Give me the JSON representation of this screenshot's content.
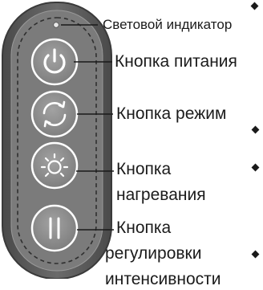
{
  "labels": {
    "indicator": "Световой индикатор",
    "power": "Кнопка питания",
    "mode": "Кнопка режим",
    "heating_line1": "Кнопка",
    "heating_line2": "нагревания",
    "intensity_line1": "Кнопка",
    "intensity_line2": "регулировки",
    "intensity_line3": "интенсивности"
  },
  "buttons": [
    {
      "name": "power-button",
      "icon": "power-icon"
    },
    {
      "name": "mode-button",
      "icon": "cycle-arrows-icon"
    },
    {
      "name": "heating-button",
      "icon": "sun-icon"
    },
    {
      "name": "intensity-button",
      "icon": "pause-bars-icon"
    }
  ],
  "colors": {
    "panel_outer": "#5a5a5a",
    "panel_inner": "#7a7a7a",
    "button_fill": "#8c8c8c",
    "icon": "#ffffff",
    "leader": "#1a1a1a"
  }
}
